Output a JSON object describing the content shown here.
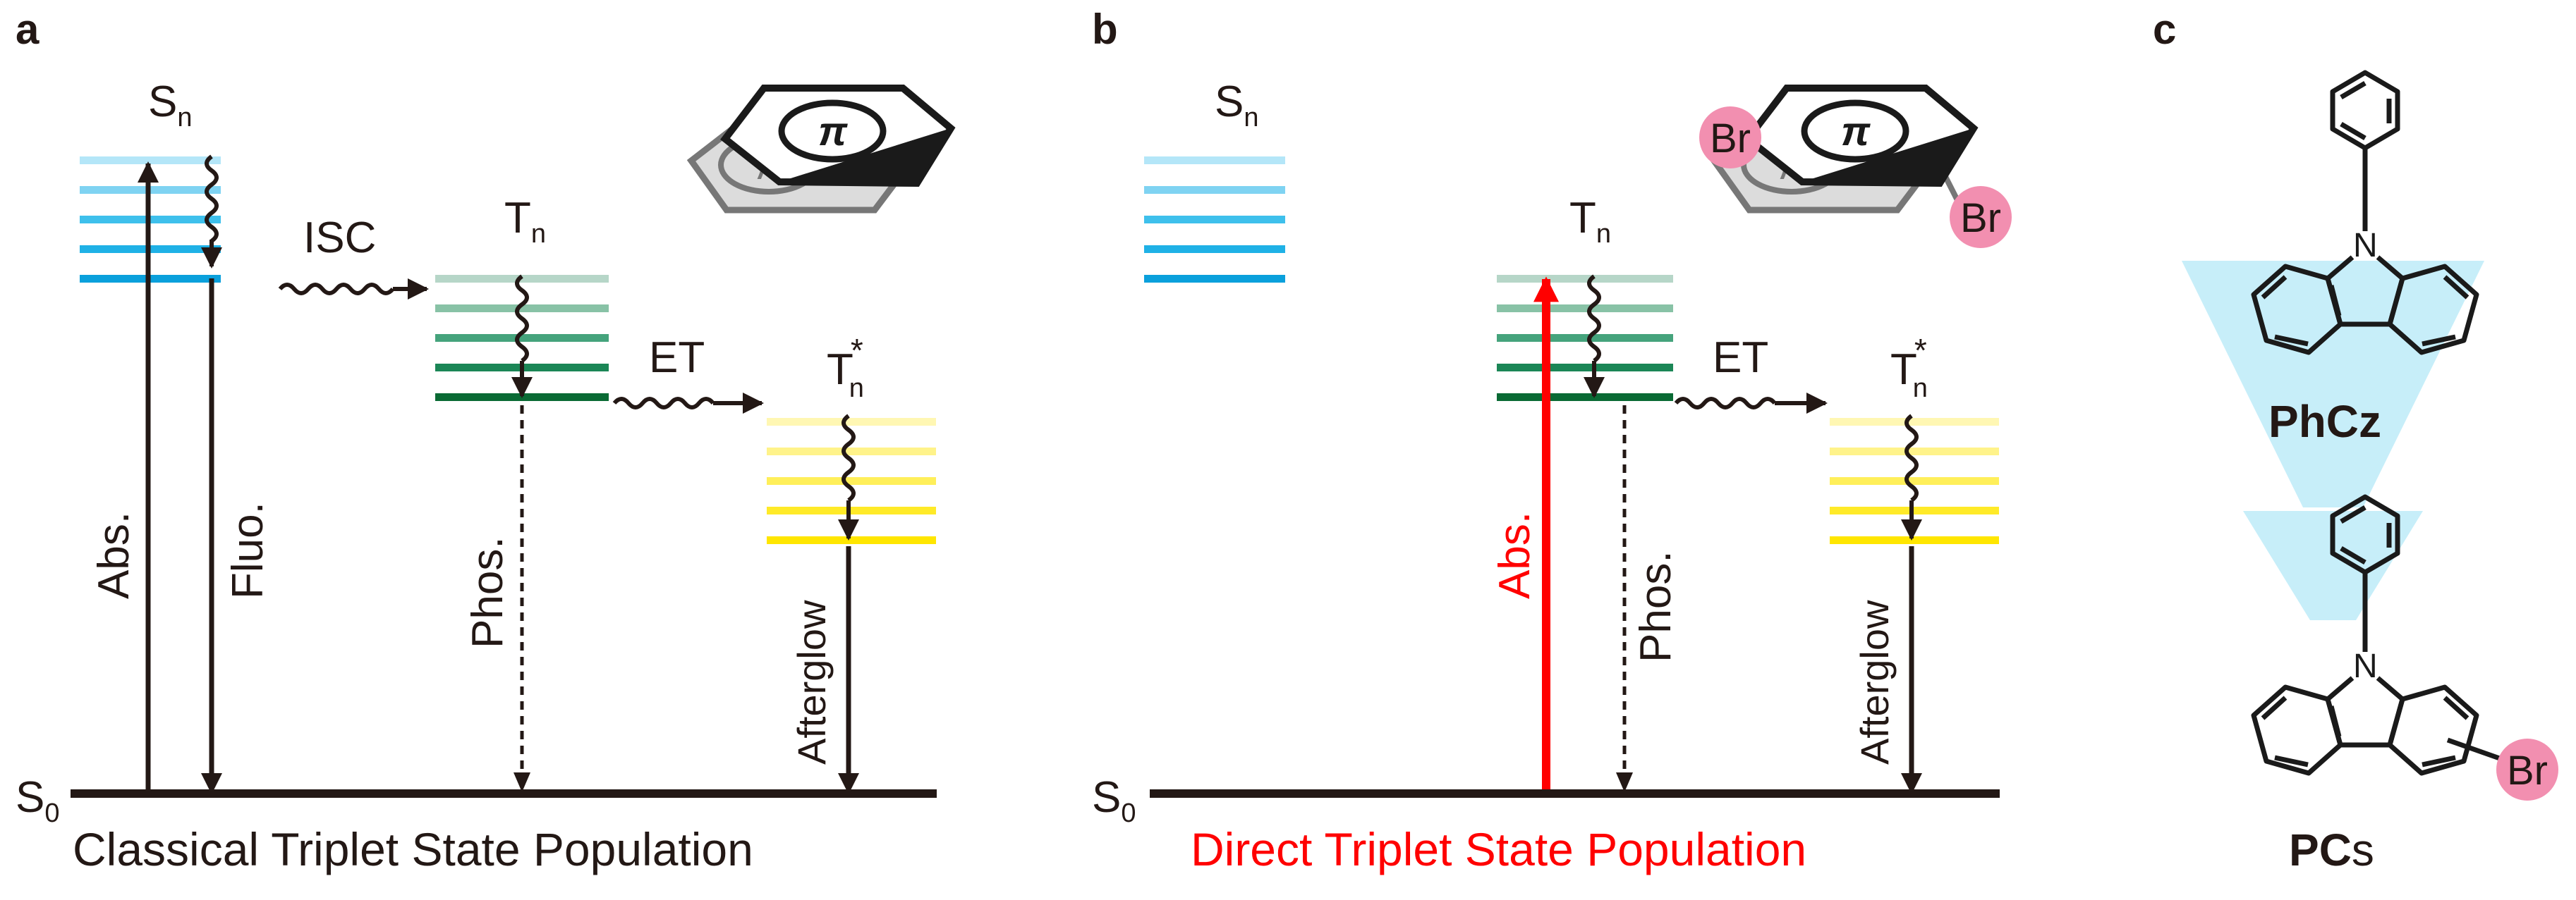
{
  "colors": {
    "ink": "#231815",
    "red": "#ff0000",
    "singlet": [
      "#b4e6f8",
      "#7fd3f2",
      "#3ec0ec",
      "#1fb1e6",
      "#0aa0dc"
    ],
    "triplet": [
      "#b6d6c8",
      "#88c2a6",
      "#45a37c",
      "#1b8656",
      "#0a6a34"
    ],
    "afterglow": [
      "#fff7b3",
      "#fff38a",
      "#ffef5a",
      "#ffea28",
      "#ffe600"
    ],
    "bromine": "#f28fb0",
    "funnel": "#c7eef9"
  },
  "panel_a": {
    "letter": "a",
    "s0": "S",
    "s0_sub": "0",
    "sn": "S",
    "sn_sub": "n",
    "tn": "T",
    "tn_sub": "n",
    "tstar": "T",
    "tstar_sup": "*",
    "tstar_sub": "n",
    "isc": "ISC",
    "et": "ET",
    "abs": "Abs.",
    "fluo": "Fluo.",
    "phos": "Phos.",
    "afterglow": "Afterglow",
    "caption": "Classical Triplet State Population",
    "pi": "π"
  },
  "panel_b": {
    "letter": "b",
    "s0": "S",
    "s0_sub": "0",
    "sn": "S",
    "sn_sub": "n",
    "tn": "T",
    "tn_sub": "n",
    "tstar": "T",
    "tstar_sup": "*",
    "tstar_sub": "n",
    "et": "ET",
    "abs": "Abs.",
    "phos": "Phos.",
    "afterglow": "Afterglow",
    "caption": "Direct Triplet State Population",
    "pi": "π",
    "br": "Br"
  },
  "panel_c": {
    "letter": "c",
    "n": "N",
    "br": "Br",
    "compound1": "PhCz",
    "compound2_bold": "PC",
    "compound2_rest": "s"
  }
}
